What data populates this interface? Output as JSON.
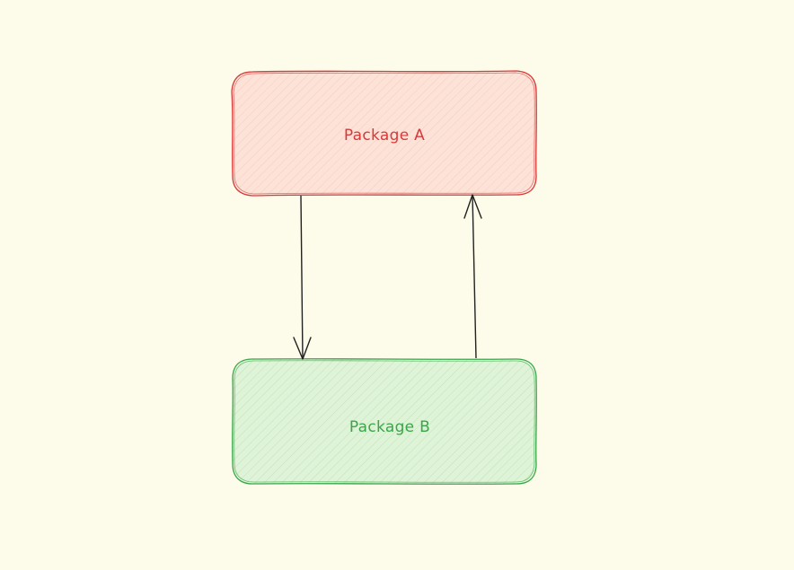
{
  "canvas": {
    "background": "#fdfbe9"
  },
  "nodes": [
    {
      "id": "package-a",
      "label": "Package A",
      "stroke": "#d73a3a",
      "fill": "#fde2d8",
      "text_color": "#d73a3a"
    },
    {
      "id": "package-b",
      "label": "Package B",
      "stroke": "#3aa64a",
      "fill": "#dff3d8",
      "text_color": "#3aa64a"
    }
  ],
  "edges": [
    {
      "from": "package-a",
      "to": "package-b"
    },
    {
      "from": "package-b",
      "to": "package-a"
    }
  ],
  "edge_color": "#222222"
}
